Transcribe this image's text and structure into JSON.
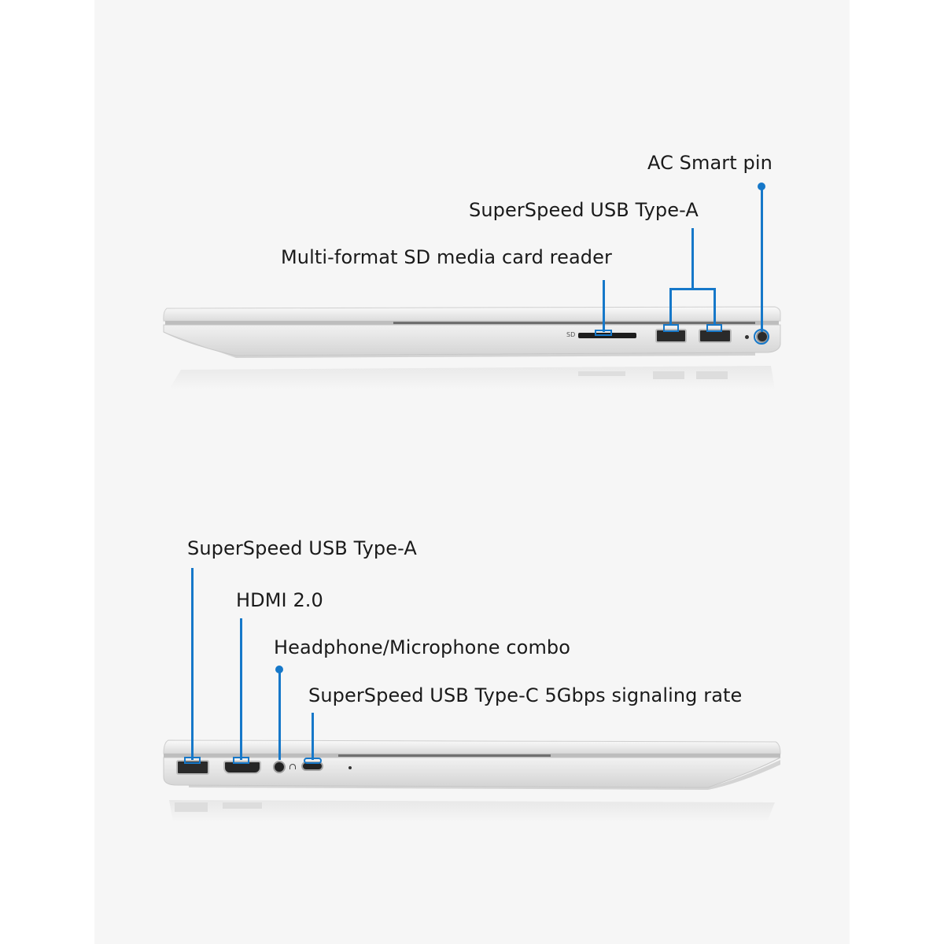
{
  "right_side": {
    "labels": {
      "ac_smart_pin": "AC Smart pin",
      "usb_type_a": "SuperSpeed USB Type-A",
      "sd_reader": "Multi-format SD media card reader"
    },
    "port_marks": {
      "sd": "SD"
    }
  },
  "left_side": {
    "labels": {
      "usb_type_a": "SuperSpeed USB Type-A",
      "hdmi": "HDMI 2.0",
      "audio_combo": "Headphone/Microphone combo",
      "usb_type_c": "SuperSpeed USB Type-C 5Gbps signaling rate"
    }
  },
  "colors": {
    "background": "#ffffff",
    "panel": "#f6f6f6",
    "callout": "#1678c9",
    "text": "#1a1a1a",
    "chassis": "#e9e9e9"
  }
}
